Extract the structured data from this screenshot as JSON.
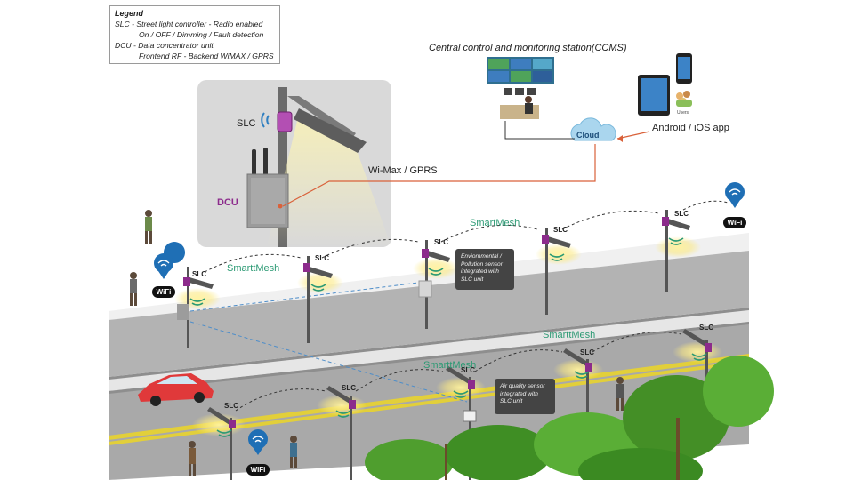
{
  "legend": {
    "title": "Legend",
    "line1": "SLC   - Street light controller - Radio enabled",
    "line2": "On / OFF / Dimming / Fault detection",
    "line3": "DCU - Data concentrator unit",
    "line4": "Frontend RF - Backend WiMAX / GPRS"
  },
  "labels": {
    "ccms": "Central control and monitoring station(CCMS)",
    "app": "Android / iOS app",
    "cloud": "Cloud",
    "wimax": "Wi-Max / GPRS",
    "slc": "SLC",
    "dcu": "DCU",
    "mesh": "SmarttMesh",
    "mesh_alt": "SmartMesh",
    "users": "Users",
    "wifi": "WiFi"
  },
  "notes": {
    "env_sensor": "Enviornmental /\nPollution sensor\nintegrated with\nSLC unit",
    "air_sensor": "Air quality sensor\nintegrated with\nSLC unit"
  },
  "colors": {
    "road": "#b4b4b4",
    "road_dark": "#a3a3a3",
    "pavement": "#eeeeee",
    "yellow_line": "#e2cf3a",
    "inset_bg": "#dcdcdc",
    "purple": "#8c2b8c",
    "mesh_green": "#2c9a74",
    "wifi_blue": "#1f6fb5",
    "cloud": "#aad6ee",
    "car": "#e0393a",
    "tree": "#4aa02c",
    "link_orange": "#d9613a"
  }
}
